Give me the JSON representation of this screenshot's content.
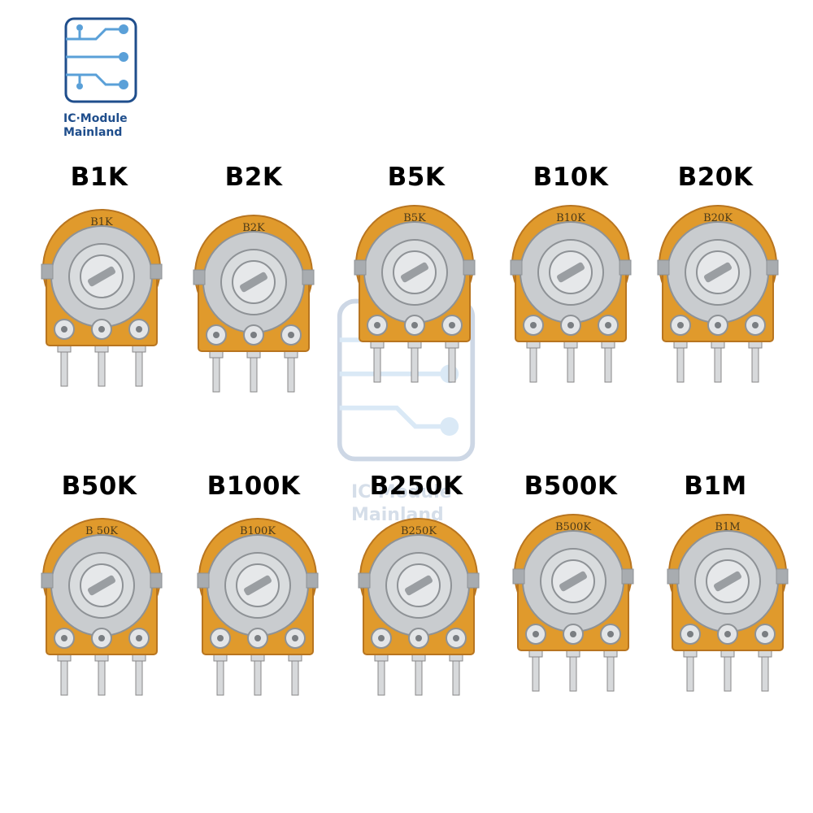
{
  "brand": {
    "line1": "IC·Module",
    "line2": "Mainland",
    "icon": "circuit-board-icon",
    "color": "#1f4e8c"
  },
  "watermark": {
    "line1": "IC·Module",
    "line2": "Mainland"
  },
  "items": [
    {
      "label": "B1K",
      "marking": "B1K"
    },
    {
      "label": "B2K",
      "marking": "B2K"
    },
    {
      "label": "B5K",
      "marking": "B5K"
    },
    {
      "label": "B10K",
      "marking": "B10K"
    },
    {
      "label": "B20K",
      "marking": "B20K"
    },
    {
      "label": "B50K",
      "marking": "B 50K"
    },
    {
      "label": "B100K",
      "marking": "B100K"
    },
    {
      "label": "B250K",
      "marking": "B250K"
    },
    {
      "label": "B500K",
      "marking": "B500K"
    },
    {
      "label": "B1M",
      "marking": "B1M"
    }
  ],
  "colors": {
    "board": "#e09a2c",
    "board_dark": "#b87520",
    "metal": "#c9cccf",
    "metal_dark": "#8e9296"
  }
}
